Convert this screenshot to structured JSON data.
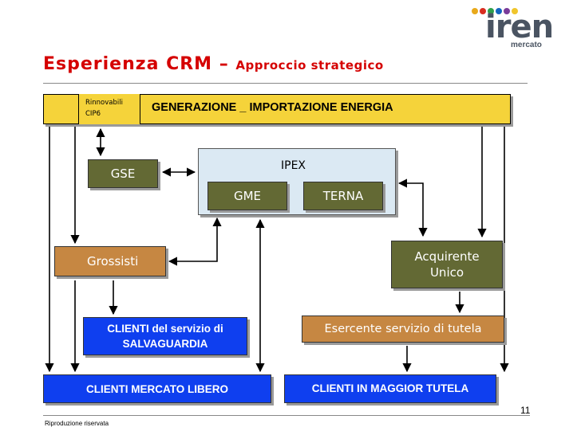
{
  "brand": {
    "name": "iren",
    "sub": "mercato",
    "dot_colors": [
      "#e8a91b",
      "#d92d20",
      "#2ea04a",
      "#1466c0",
      "#7a3c9a",
      "#f0c52c"
    ]
  },
  "header": {
    "title": "Esperienza CRM –",
    "subtitle": "Approccio strategico"
  },
  "diagram": {
    "rinnovabili": "Rinnovabili",
    "cip6": "CIP6",
    "generazione": "GENERAZIONE _ IMPORTAZIONE ENERGIA",
    "gse": "GSE",
    "ipex": "IPEX",
    "gme": "GME",
    "terna": "TERNA",
    "grossisti": "Grossisti",
    "acquirente_line1": "Acquirente",
    "acquirente_line2": "Unico",
    "salvaguardia_line1": "CLIENTI del servizio di",
    "salvaguardia_line2": "SALVAGUARDIA",
    "esercente": "Esercente servizio di tutela",
    "clienti_libero": "CLIENTI MERCATO LIBERO",
    "clienti_tutela": "CLIENTI IN MAGGIOR TUTELA"
  },
  "colors": {
    "title_red": "#d50000",
    "generation_yellow": "#f5d33a",
    "olive": "#636934",
    "copper": "#c68742",
    "blue": "#0f3fef",
    "ipex_bg": "#dbe9f3"
  },
  "page_number": "11",
  "footer": "Riproduzione riservata"
}
